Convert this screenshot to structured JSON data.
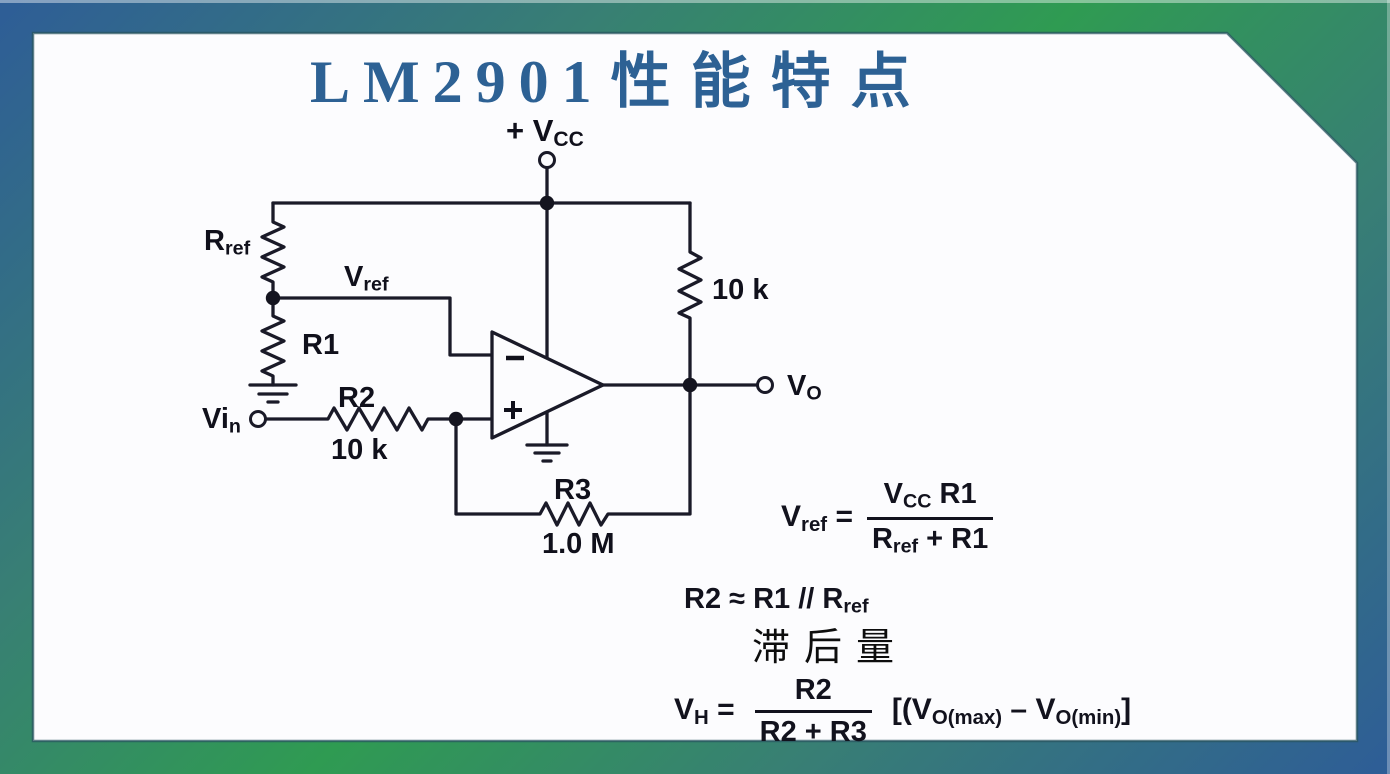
{
  "title": {
    "latin": "LM2901",
    "cjk": "性能特点"
  },
  "colors": {
    "border_blue": "#2e5d97",
    "border_green": "#2f9b52",
    "title_blue": "#2d6194",
    "wire": "#1a1a28",
    "panel_white": "#fcfcfe"
  },
  "circuit": {
    "labels": {
      "vcc": {
        "main": "+ V",
        "sub": "CC"
      },
      "rref": {
        "main": "R",
        "sub": "ref"
      },
      "vref": {
        "main": "V",
        "sub": "ref"
      },
      "r1": "R1",
      "vin": {
        "main": "Vi",
        "sub": "n"
      },
      "r2": "R2",
      "r2_value": "10 k",
      "pullup_value": "10 k",
      "vo": {
        "main": "V",
        "sub": "O"
      },
      "r3": "R3",
      "r3_value": "1.0 M"
    },
    "icons": [
      "vcc-terminal-icon",
      "vin-terminal-icon",
      "vo-terminal-icon",
      "ground-icon",
      "opamp-triangle-icon",
      "minus-icon",
      "plus-icon",
      "junction-dot-icon",
      "resistor-icon"
    ]
  },
  "formulas": {
    "vref": {
      "lhs": {
        "main": "V",
        "sub": "ref"
      },
      "eq": "=",
      "num": {
        "main": "V",
        "sub": "CC",
        "rest": " R1"
      },
      "den": {
        "main": "R",
        "sub": "ref",
        "rest": " + R1"
      }
    },
    "r2": {
      "pre": "R2 ≈ R1 // R",
      "sub": "ref"
    },
    "hysteresis": "滞后量",
    "vh": {
      "lhs": {
        "main": "V",
        "sub": "H"
      },
      "eq": "=",
      "num": "R2",
      "den": "R2 + R3",
      "bracket": {
        "p1": "[(V",
        "s1": "O(max)",
        "p2": " – V",
        "s2": "O(min)",
        "p3": "]"
      }
    }
  }
}
